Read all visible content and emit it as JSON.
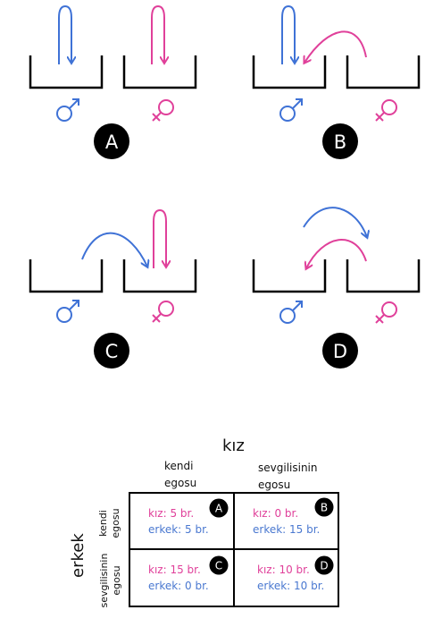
{
  "colors": {
    "male": "#3f72d6",
    "female": "#e0409a",
    "ink": "#000000",
    "badge": "#000000"
  },
  "icons": {
    "male": "male-symbol-icon",
    "female": "female-symbol-icon"
  },
  "scenarios": [
    {
      "label": "A"
    },
    {
      "label": "B"
    },
    {
      "label": "C"
    },
    {
      "label": "D"
    }
  ],
  "matrix": {
    "title_col": "kız",
    "title_row": "erkek",
    "col_headers": [
      {
        "line1": "kendi",
        "line2": "egosu"
      },
      {
        "line1": "sevgilisinin",
        "line2": "egosu"
      }
    ],
    "row_headers": [
      {
        "line1": "kendi",
        "line2": "egosu"
      },
      {
        "line1": "sevgilisinin",
        "line2": "egosu"
      }
    ],
    "cells": [
      {
        "badge": "A",
        "kiz": "kız: 5 br.",
        "erkek": "erkek: 5 br."
      },
      {
        "badge": "B",
        "kiz": "kız: 0 br.",
        "erkek": "erkek: 15 br."
      },
      {
        "badge": "C",
        "kiz": "kız: 15 br.",
        "erkek": "erkek: 0 br."
      },
      {
        "badge": "D",
        "kiz": "kız: 10 br.",
        "erkek": "erkek: 10 br."
      }
    ]
  }
}
